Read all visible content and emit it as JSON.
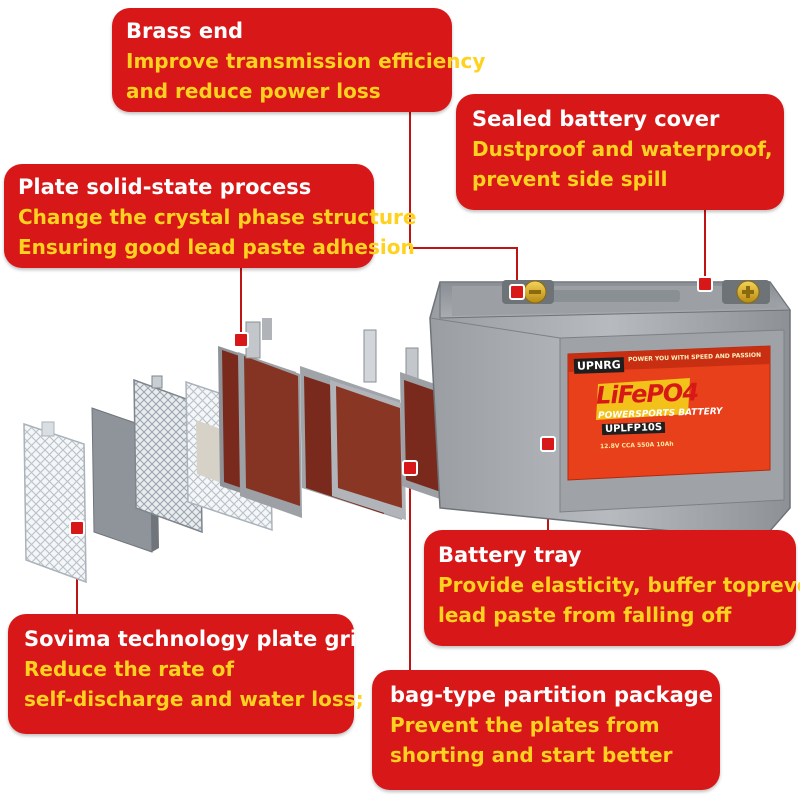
{
  "callouts": {
    "brass_end": {
      "title": "Brass end",
      "desc_1": "Improve transmission efficiency",
      "desc_2": "and reduce power loss"
    },
    "sealed_cover": {
      "title": "Sealed battery cover",
      "desc_1": "Dustproof and waterproof,",
      "desc_2": "prevent side spill"
    },
    "plate_process": {
      "title": "Plate solid-state process",
      "desc_1": "Change the crystal phase structure",
      "desc_2": "Ensuring good lead paste adhesion"
    },
    "battery_tray": {
      "title": "Battery tray",
      "desc_1": "Provide elasticity, buffer toprevent",
      "desc_2": "lead paste from falling off"
    },
    "plate_grid": {
      "title": "Sovima technology plate grid",
      "desc_1": "Reduce the rate of",
      "desc_2": "self-discharge and water loss;"
    },
    "partition": {
      "title": "bag-type partition package",
      "desc_1": "Prevent the plates from",
      "desc_2": "shorting and start better"
    }
  },
  "battery_label": {
    "brand": "UPNRG",
    "tagline": "POWER YOU WITH SPEED AND PASSION",
    "chemistry": "LiFePO4",
    "subtitle": "POWERSPORTS BATTERY",
    "model": "UPLFP10S",
    "specs": "12.8V  CCA 550A  10Ah"
  },
  "colors": {
    "callout_bg": "#d81818",
    "callout_title": "#ffffff",
    "callout_desc": "#ffd21f",
    "label_bg": "#e8401a"
  }
}
